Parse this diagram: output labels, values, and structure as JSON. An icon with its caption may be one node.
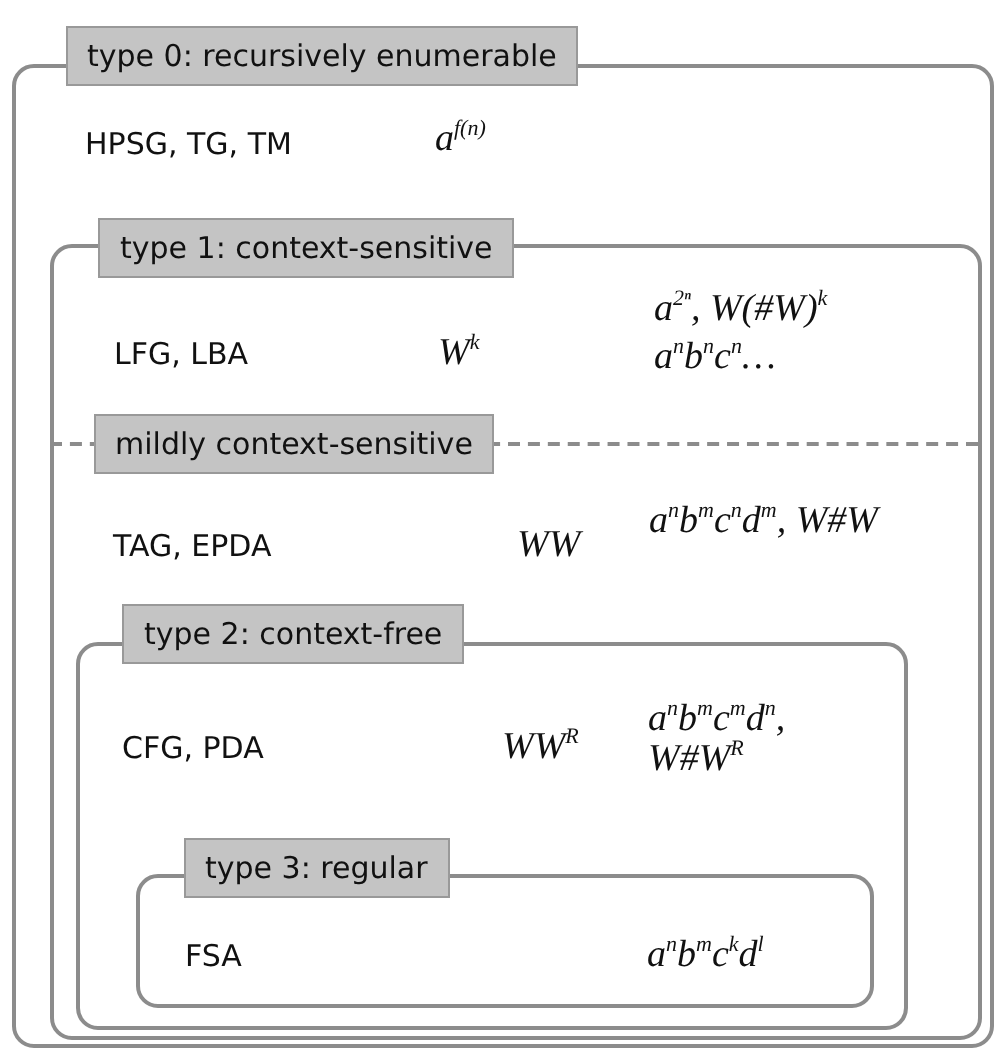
{
  "diagram": {
    "nodes": [
      {
        "text": [
          "type 0: recursively enumerable",
          "HPSG, TG, TM",
          "a$^{f(n)}$"
        ]
      },
      {
        "text": [
          "type 1: context-sensitive",
          "LFG, LBA",
          "W$^{k}$",
          "a$^{2ⁿ}$, W(#W)$^{k}$",
          "a$^{n}$b$^{n}$c$^{n}$…"
        ],
        "in": 0
      },
      {
        "text": [
          "mildly context-sensitive",
          "TAG, EPDA",
          "WW",
          "a$^{n}$b$^{m}$c$^{n}$d$^{m}$, W#W"
        ],
        "in": 1
      },
      {
        "text": [
          "type 2: context-free",
          "CFG, PDA",
          "WW$^{R}$",
          "a$^{n}$b$^{m}$c$^{m}$d$^{n}$, W#W$^{R}$"
        ],
        "in": 2
      },
      {
        "text": [
          "type 3: regular",
          "FSA",
          "a$^{n}$b$^{m}$c$^{k}$d$^{l}$"
        ],
        "in": 3
      }
    ]
  }
}
